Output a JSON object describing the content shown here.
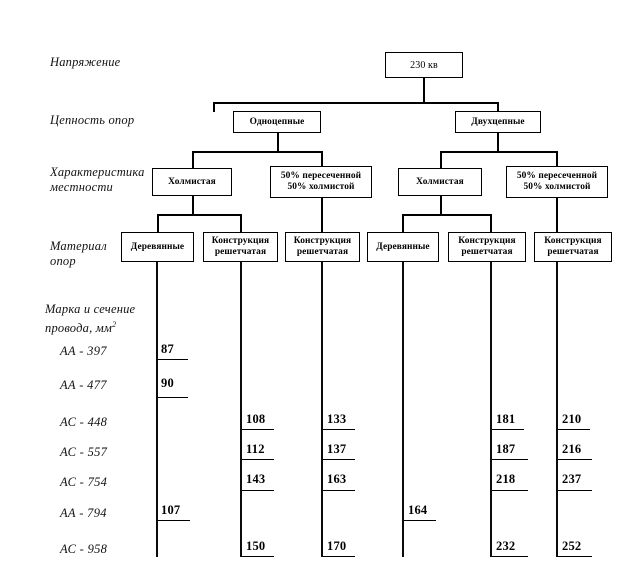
{
  "diagram": {
    "type": "hierarchy-tree-with-data-table",
    "row_labels": [
      {
        "id": "voltage",
        "text": "Напряжение"
      },
      {
        "id": "circuits",
        "text": "Цепность опор"
      },
      {
        "id": "terrain",
        "text": "Характеристика\nместности"
      },
      {
        "id": "material",
        "text": "Материал\nопор"
      },
      {
        "id": "conductor",
        "text": "Марка и сечение\nпровода, мм"
      }
    ],
    "conductor_label_superscript": "2",
    "root": {
      "label": "230 кв"
    },
    "circuits": [
      {
        "id": "single",
        "label": "Одноцепные"
      },
      {
        "id": "double",
        "label": "Двухцепные"
      }
    ],
    "terrain": [
      {
        "id": "t1",
        "label": "Холмистая"
      },
      {
        "id": "t2",
        "label": "50% пересеченной\n50% холмистой"
      },
      {
        "id": "t3",
        "label": "Холмистая"
      },
      {
        "id": "t4",
        "label": "50% пересеченной\n50% холмистой"
      }
    ],
    "material": [
      {
        "id": "m1",
        "label": "Деревянные"
      },
      {
        "id": "m2",
        "label": "Конструкция\nрешетчатая"
      },
      {
        "id": "m3",
        "label": "Конструкция\nрешетчатая"
      },
      {
        "id": "m4",
        "label": "Деревянные"
      },
      {
        "id": "m5",
        "label": "Конструкция\nрешетчатая"
      },
      {
        "id": "m6",
        "label": "Конструкция\nрешетчатая"
      }
    ]
  },
  "chart_data": {
    "type": "table",
    "title": "Напряжение 230 кв — стоимость по типам опор и маркам провода",
    "xlabel": "",
    "ylabel": "",
    "columns": [
      "Одноцепные / Холмистая / Деревянные",
      "Одноцепные / Холмистая / Конструкция решетчатая",
      "Одноцепные / 50% пересеченной 50% холмистой / Конструкция решетчатая",
      "Двухцепные / Холмистая / Деревянные",
      "Двухцепные / Холмистая / Конструкция решетчатая",
      "Двухцепные / 50% пересеченной 50% холмистой / Конструкция решетчатая"
    ],
    "categories": [
      "АА - 397",
      "АА - 477",
      "АС - 448",
      "АС - 557",
      "АС - 754",
      "АА - 794",
      "АС - 958"
    ],
    "series": [
      {
        "name": "col1",
        "values": [
          87,
          90,
          null,
          null,
          null,
          107,
          null
        ]
      },
      {
        "name": "col2",
        "values": [
          null,
          null,
          108,
          112,
          143,
          null,
          150
        ]
      },
      {
        "name": "col3",
        "values": [
          null,
          null,
          133,
          137,
          163,
          null,
          170
        ]
      },
      {
        "name": "col4",
        "values": [
          null,
          null,
          null,
          null,
          null,
          164,
          null
        ]
      },
      {
        "name": "col5",
        "values": [
          null,
          null,
          181,
          187,
          218,
          null,
          232
        ]
      },
      {
        "name": "col6",
        "values": [
          null,
          null,
          210,
          216,
          237,
          null,
          252
        ]
      }
    ]
  },
  "rows": [
    {
      "label": "АА - 397",
      "c1": "87",
      "c2": "",
      "c3": "",
      "c4": "",
      "c5": "",
      "c6": ""
    },
    {
      "label": "АА - 477",
      "c1": "90",
      "c2": "",
      "c3": "",
      "c4": "",
      "c5": "",
      "c6": ""
    },
    {
      "label": "АС - 448",
      "c1": "",
      "c2": "108",
      "c3": "133",
      "c4": "",
      "c5": "181",
      "c6": "210"
    },
    {
      "label": "АС - 557",
      "c1": "",
      "c2": "112",
      "c3": "137",
      "c4": "",
      "c5": "187",
      "c6": "216"
    },
    {
      "label": "АС - 754",
      "c1": "",
      "c2": "143",
      "c3": "163",
      "c4": "",
      "c5": "218",
      "c6": "237"
    },
    {
      "label": "АА - 794",
      "c1": "107",
      "c2": "",
      "c3": "",
      "c4": "164",
      "c5": "",
      "c6": ""
    },
    {
      "label": "АС - 958",
      "c1": "",
      "c2": "150",
      "c3": "170",
      "c4": "",
      "c5": "232",
      "c6": "252"
    }
  ],
  "colors": {
    "ink": "#000000",
    "paper": "#ffffff"
  }
}
